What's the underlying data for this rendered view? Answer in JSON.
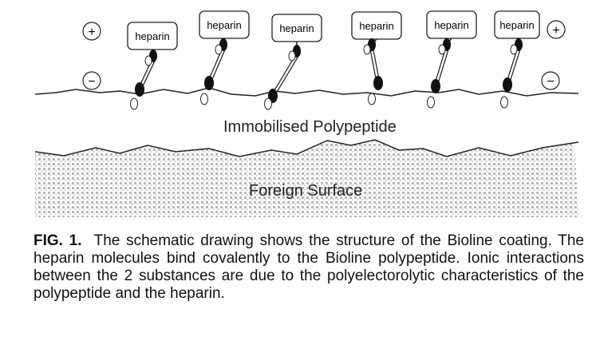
{
  "figure": {
    "polypeptide_label": "Immobilised Polypeptide",
    "surface_label": "Foreign Surface",
    "heparin_label": "heparin",
    "positive_charge": "+",
    "negative_charge": "−",
    "heparin_count": 6,
    "icons": [
      "heparin-molecule-icon",
      "positive-charge-icon",
      "negative-charge-icon"
    ]
  },
  "caption": {
    "label": "FIG. 1.",
    "text": "The schematic drawing shows the structure of the Bioline coating. The heparin molecules bind covalently to the Bioline polypeptide. Ionic interactions between the 2 substances are due to the polyelectorolytic characteristics of the polypeptide and the heparin."
  }
}
